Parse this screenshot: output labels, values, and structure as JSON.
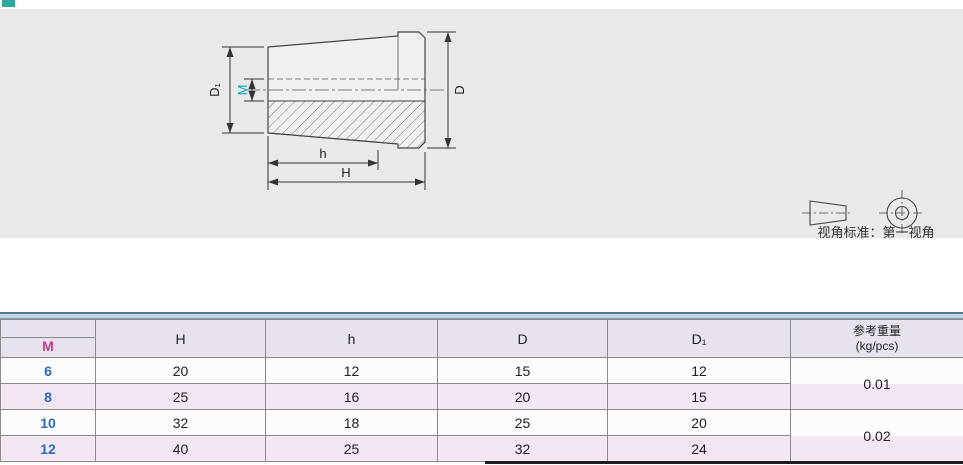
{
  "drawing": {
    "labels": {
      "d1": "D₁",
      "m": "M",
      "d": "D",
      "h_small": "h",
      "h_big": "H"
    },
    "projection_note": "视角标准：第一视角",
    "colors": {
      "dim_m": "#00a0cc"
    }
  },
  "table": {
    "header": {
      "m": "M",
      "H": "H",
      "h": "h",
      "D": "D",
      "d1": "D₁",
      "weight_title": "参考重量",
      "weight_unit": "(kg/pcs)"
    },
    "rows": [
      {
        "m": "6",
        "H": "20",
        "h": "12",
        "D": "15",
        "d1": "12"
      },
      {
        "m": "8",
        "H": "25",
        "h": "16",
        "D": "20",
        "d1": "15"
      },
      {
        "m": "10",
        "H": "32",
        "h": "18",
        "D": "25",
        "d1": "20"
      },
      {
        "m": "12",
        "H": "40",
        "h": "25",
        "D": "32",
        "d1": "24"
      }
    ],
    "weights": [
      {
        "value": "0.01"
      },
      {
        "value": "0.02"
      }
    ],
    "colors": {
      "m_value": "#2a6abf",
      "m_header": "#c13b8e",
      "row_stripe": "#f2e7f3"
    }
  },
  "accent": {
    "corner_mark": "#2fa89e"
  }
}
